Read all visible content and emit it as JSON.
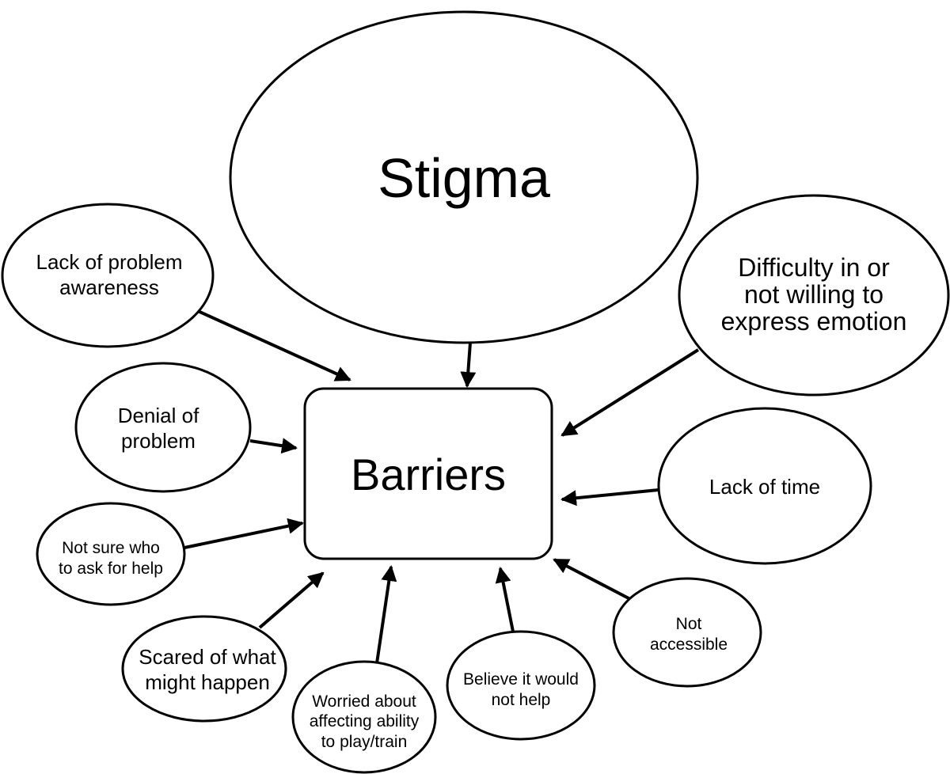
{
  "colors": {
    "stroke": "#000000",
    "fill": "#ffffff",
    "text": "#000000"
  },
  "center": {
    "label": "Barriers"
  },
  "nodes": {
    "stigma": "Stigma",
    "lack_of_problem_awareness": "Lack of problem\nawareness",
    "difficulty_expressing_emotion": "Difficulty in or\nnot willing to\nexpress emotion",
    "denial_of_problem": "Denial of\nproblem",
    "lack_of_time": "Lack of time",
    "not_sure_who_to_ask": "Not sure who\nto ask for help",
    "not_accessible": "Not\naccessible",
    "scared_of_what_might_happen": "Scared of what\nmight happen",
    "worried_about_ability": "Worried about\naffecting ability\nto play/train",
    "believe_would_not_help": "Believe it would\nnot help"
  }
}
